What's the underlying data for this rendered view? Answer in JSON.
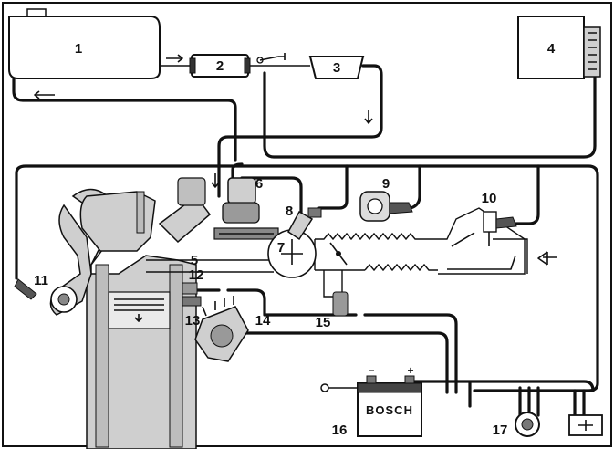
{
  "labels": {
    "fuel_tank": "1",
    "fuel_pump": "2",
    "fuel_filter": "3",
    "control_unit": "4",
    "pressure_regulator": "5",
    "cold_start_valve": "6",
    "injection_valve": "7",
    "throttle_switch": "8",
    "auxiliary_air_device": "9",
    "air_flow_sensor": "10",
    "thermo_time_switch": "11",
    "temperature_sensor": "12",
    "lambda_sensor": "13",
    "distributor": "14",
    "throttle_valve_switch": "15",
    "battery": "16",
    "ignition_switch": "17"
  },
  "battery": {
    "brand": "BOSCH",
    "minus": "−",
    "plus": "+"
  },
  "colors": {
    "line": "#111111",
    "shade": "#cfcfcf",
    "background": "#ffffff"
  }
}
